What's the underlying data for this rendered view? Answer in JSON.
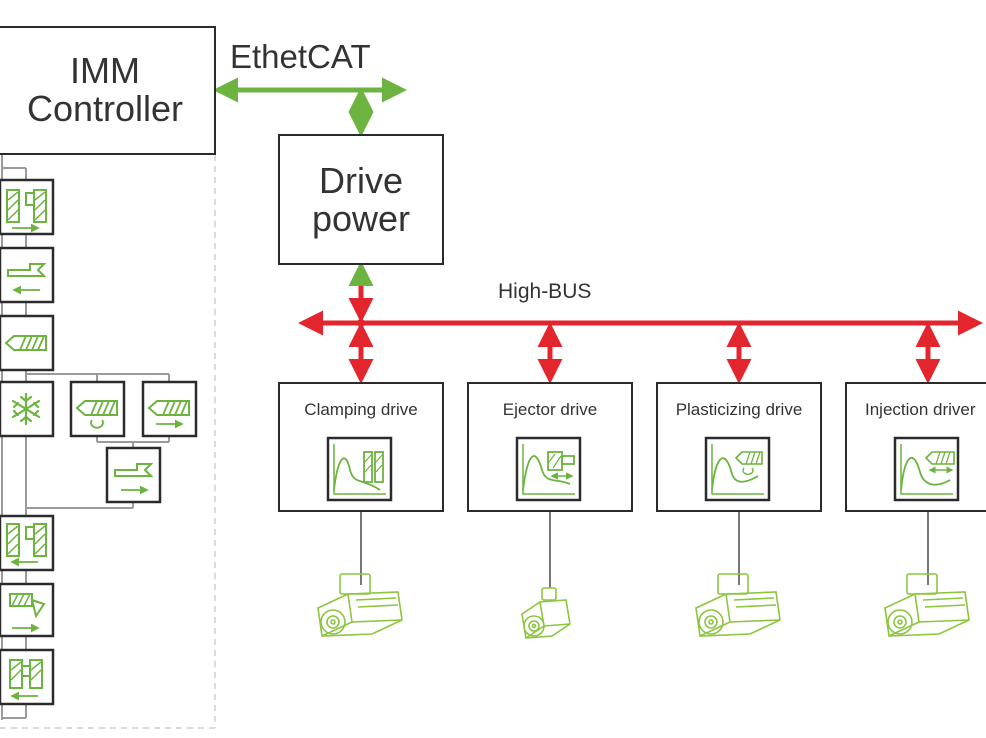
{
  "controller": {
    "line1": "IMM",
    "line2": "Controller"
  },
  "ethercat_label": "EthetCAT",
  "drive_power": {
    "line1": "Drive",
    "line2": "power"
  },
  "bus_label": "High-BUS",
  "drives": [
    {
      "label": "Clamping drive"
    },
    {
      "label": "Ejector drive"
    },
    {
      "label": "Plasticizing drive"
    },
    {
      "label": "Injection driver"
    }
  ],
  "colors": {
    "green": "#6cb33f",
    "red": "#e3262d",
    "dark": "#2b2b2b",
    "grey": "#9a9a9a"
  },
  "process_steps": [
    "mold-close-icon",
    "nozzle-forward-icon",
    "injection-icon",
    "cooling-snowflake-icon",
    "screw-rotation-icon",
    "screw-retract-icon",
    "nozzle-back-icon",
    "mold-open-icon",
    "ejector-icon",
    "mold-open-final-icon"
  ]
}
